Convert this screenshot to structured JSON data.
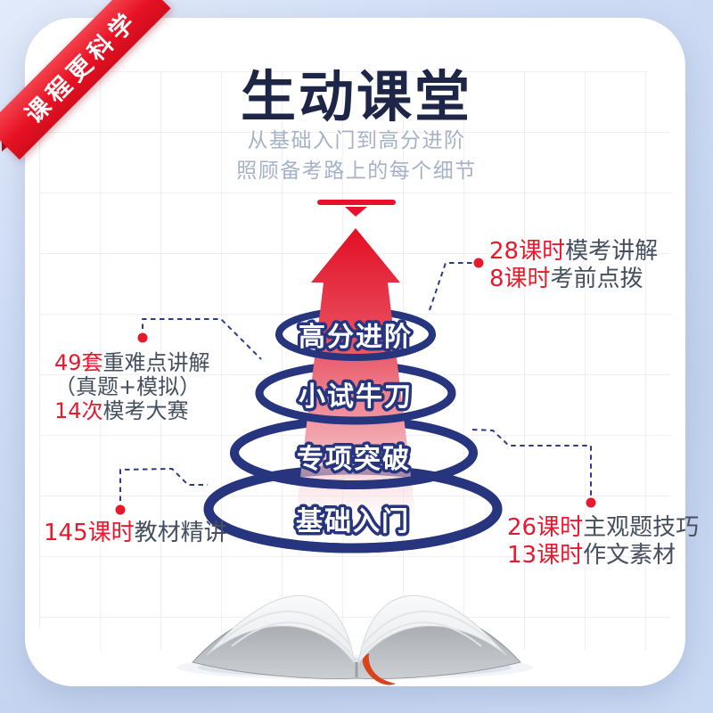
{
  "ribbon": {
    "label": "课程更科学"
  },
  "header": {
    "title": "生动课堂",
    "subtitle_line1": "从基础入门到高分进阶",
    "subtitle_line2": "照顾备考路上的每个细节"
  },
  "pyramid": {
    "levels": [
      {
        "label": "高分进阶"
      },
      {
        "label": "小试牛刀"
      },
      {
        "label": "专项突破"
      },
      {
        "label": "基础入门"
      }
    ]
  },
  "callouts": {
    "top_right": {
      "lines": [
        {
          "highlight": "28课时",
          "text": "模考讲解"
        },
        {
          "highlight": "8课时",
          "text": "考前点拨"
        }
      ]
    },
    "left": {
      "lines": [
        {
          "highlight": "49套",
          "text": "重难点讲解"
        },
        {
          "highlight": "",
          "text": "（真题+模拟）"
        },
        {
          "highlight": "14次",
          "text": "模考大赛"
        }
      ]
    },
    "bottom_left": {
      "lines": [
        {
          "highlight": "145课时",
          "text": "教材精讲"
        }
      ]
    },
    "bottom_right": {
      "lines": [
        {
          "highlight": "26课时",
          "text": "主观题技巧"
        },
        {
          "highlight": "13课时",
          "text": "作文素材"
        }
      ]
    }
  },
  "colors": {
    "accent_red": "#e8112d",
    "navy_title": "#1d2647",
    "ring_navy": "#26357d",
    "subtitle_gray": "#a5b2c7",
    "callout_text": "#454f60"
  }
}
